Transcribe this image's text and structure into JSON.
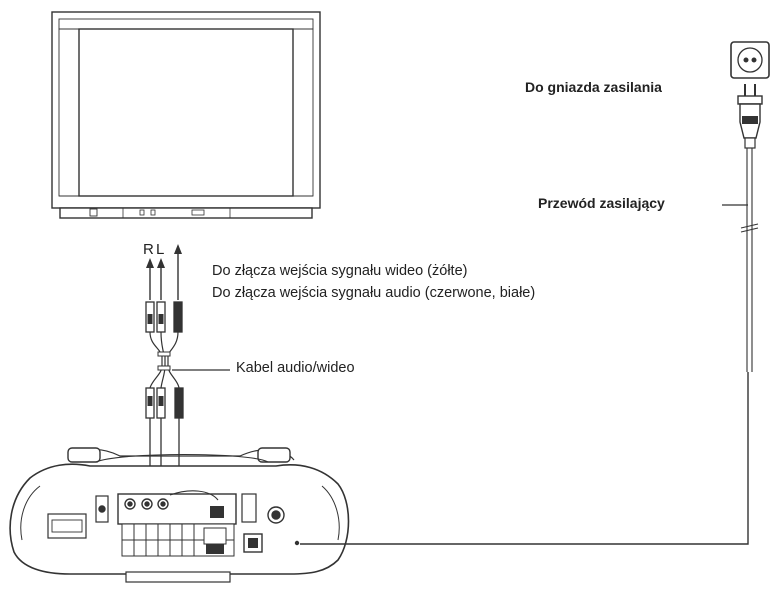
{
  "labels": {
    "channels_r": "R",
    "channels_l": "L",
    "video_input": "Do złącza wejścia sygnału wideo (żółte)",
    "audio_input": "Do złącza wejścia sygnału audio (czerwone, białe)",
    "av_cable": "Kabel audio/wideo",
    "power_outlet": "Do gniazda zasilania",
    "power_cord": "Przewód zasilający"
  }
}
